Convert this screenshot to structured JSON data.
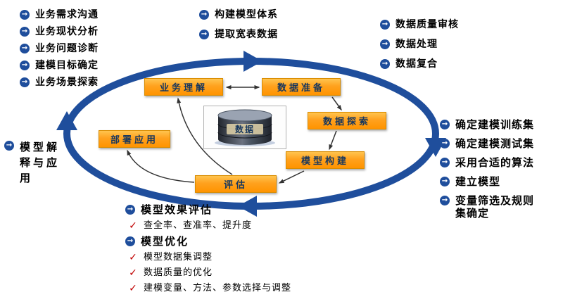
{
  "icons": {
    "bullet": "→",
    "check": "✓"
  },
  "colors": {
    "cycle_blue": "#1F4E9C",
    "node_orange": "#FFA11E",
    "node_border": "#D98C00",
    "node_text": "#17375E",
    "check_red": "#C00000",
    "bullet_blue": "#1F4E9C"
  },
  "cycle_nodes": {
    "business_understanding": "业务理解",
    "data_preparation": "数据准备",
    "data_exploration": "数据探索",
    "model_building": "模型构建",
    "evaluation": "评估",
    "deployment": "部署应用"
  },
  "center": {
    "label": "数据"
  },
  "bullet_lists": {
    "top_left": [
      "业务需求沟通",
      "业务现状分析",
      "业务问题诊断",
      "建模目标确定",
      "业务场景探索"
    ],
    "top_center": [
      "构建模型体系",
      "提取宽表数据"
    ],
    "top_right": [
      "数据质量审核",
      "数据处理",
      "数据复合"
    ],
    "left": [
      "模型解释与应用"
    ],
    "right": [
      "确定建模训练集",
      "确定建模测试集",
      "采用合适的算法",
      "建立模型",
      "变量筛选及规则集确定"
    ]
  },
  "bottom_list": [
    {
      "marker": "arrow",
      "text": "模型效果评估"
    },
    {
      "marker": "check",
      "text": "查全率、查准率、提升度"
    },
    {
      "marker": "arrow",
      "text": "模型优化"
    },
    {
      "marker": "check",
      "text": "模型数据集调整"
    },
    {
      "marker": "check",
      "text": "数据质量的优化"
    },
    {
      "marker": "check",
      "text": "建模变量、方法、参数选择与调整"
    }
  ]
}
